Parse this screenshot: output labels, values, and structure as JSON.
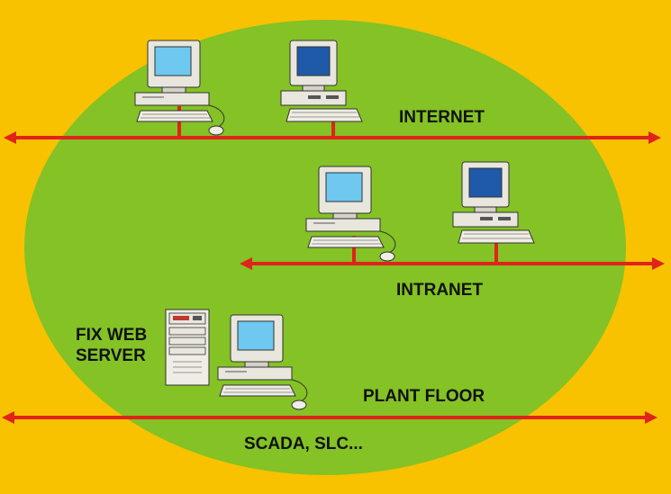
{
  "colors": {
    "background": "#f8c200",
    "ellipse": "#84c225",
    "network_line": "#e0231b",
    "screen_blue": "#6ec8f0",
    "screen_dark": "#1e5aa8"
  },
  "labels": {
    "internet": "INTERNET",
    "intranet": "INTRANET",
    "fix_web_server_line1": "FIX WEB",
    "fix_web_server_line2": "SERVER",
    "plant_floor": "PLANT FLOOR",
    "scada": "SCADA, SLC..."
  },
  "icons": [
    "desktop-computer-icon",
    "workstation-computer-icon",
    "server-tower-icon"
  ]
}
